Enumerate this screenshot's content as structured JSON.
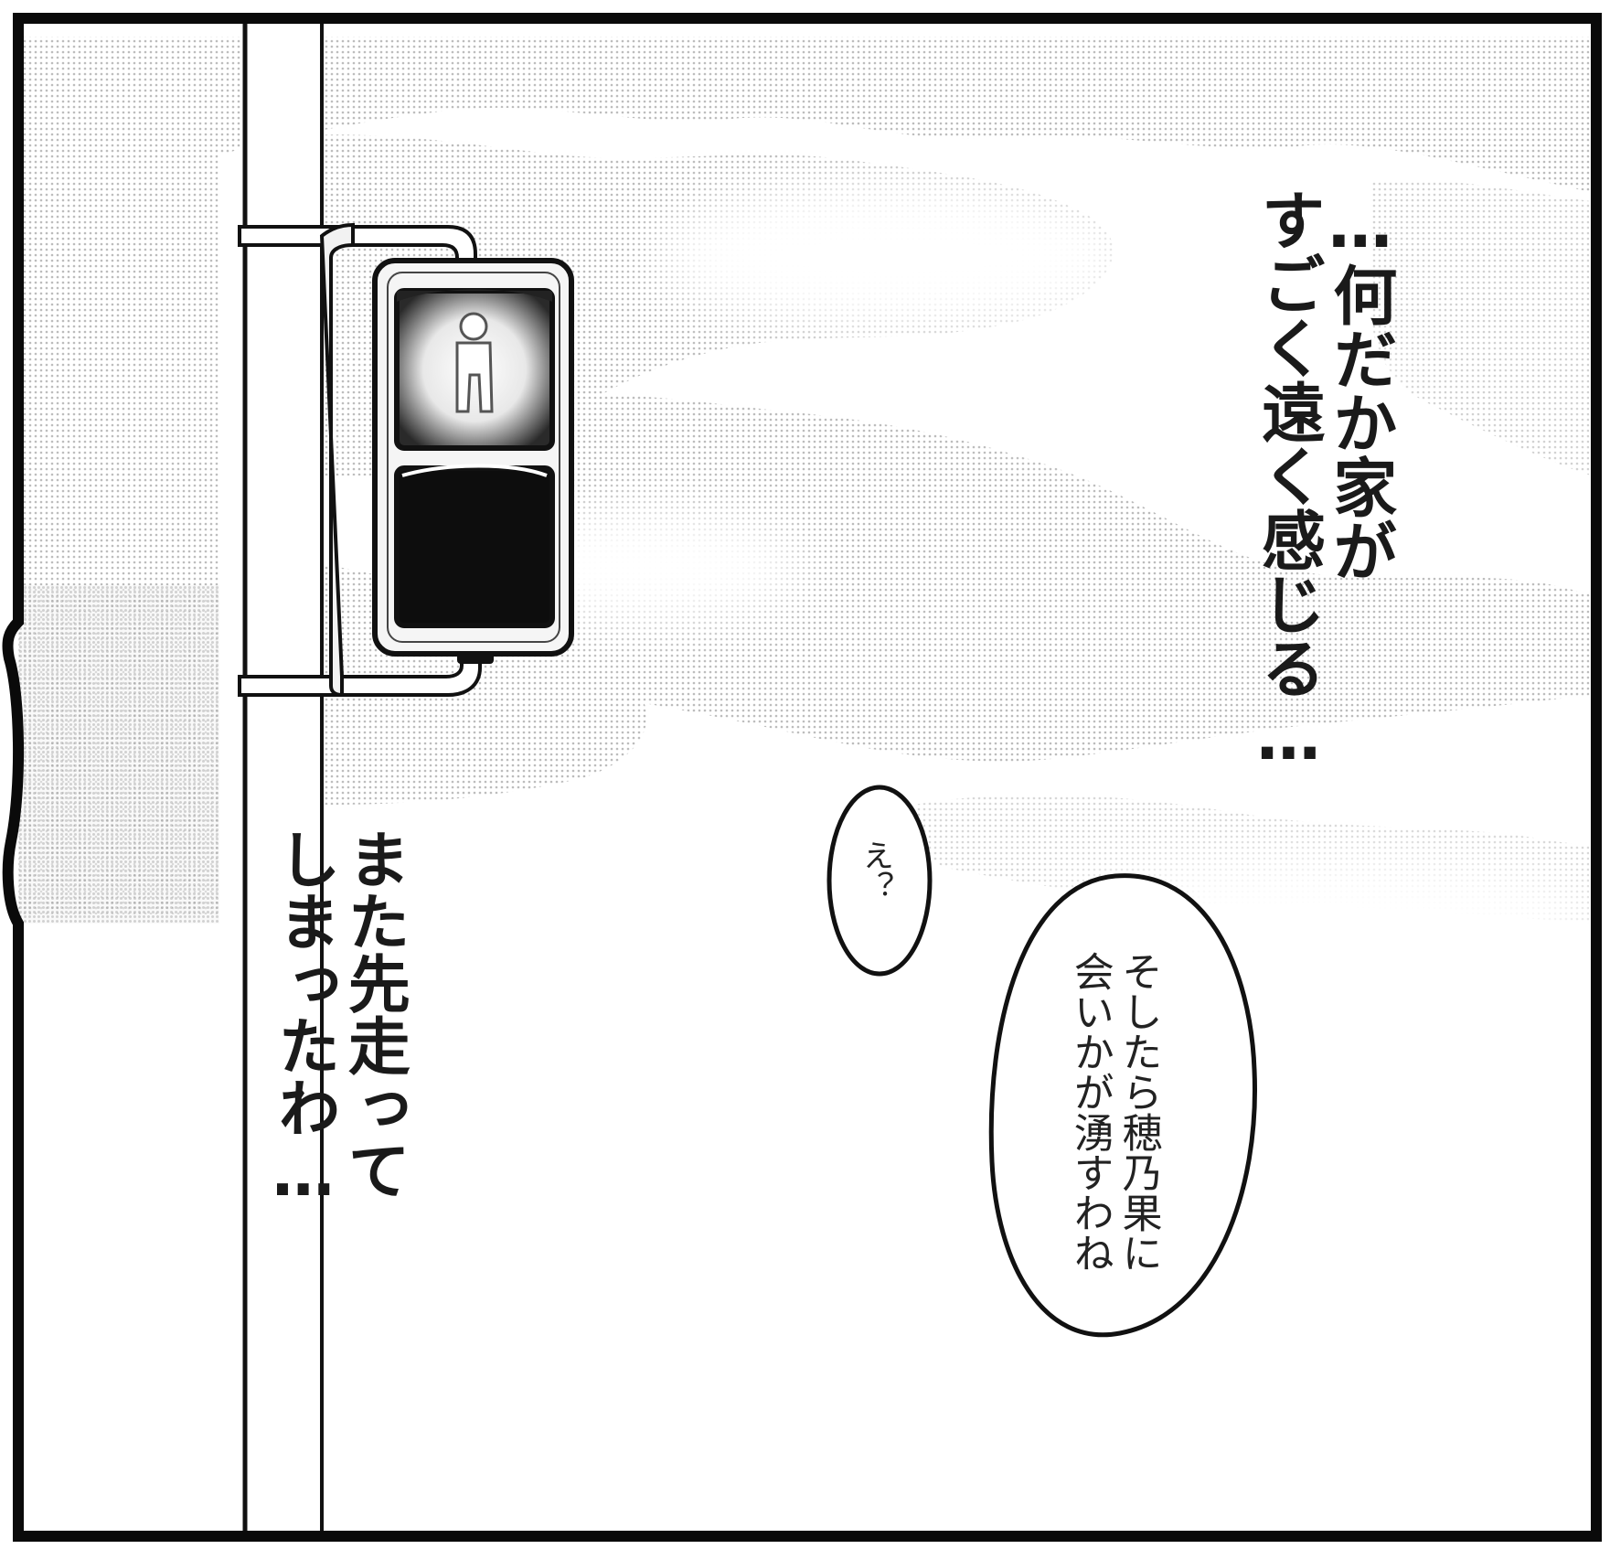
{
  "panel": {
    "thought_right": "…何だか家が\nすごく遠く感じる…",
    "thought_left": "また先走って\nしまったわ…",
    "bubble_small": "え？",
    "bubble_large": "そしたら穂乃果に\n会いかが湧すわね"
  },
  "colors": {
    "ink": "#111111",
    "paper": "#ffffff",
    "screentone": "#d8d8d8"
  },
  "icons": {
    "signal_figure": "pedestrian-figure-icon"
  }
}
